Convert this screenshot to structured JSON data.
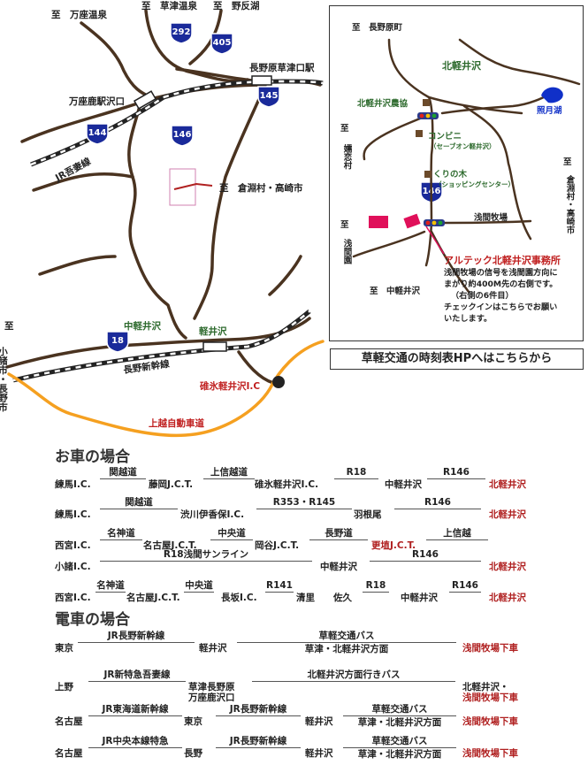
{
  "map": {
    "place_labels": {
      "manza_onsen": "至　万座温泉",
      "kusatsu_onsen": "至　草津温泉",
      "nozori_ko": "至　野反湖",
      "naganohara": "長野原草津口駅",
      "manzakazawaguchi": "万座鹿駅沢口",
      "jr_agatsuma": "JR吾妻線",
      "kurabuchi": "至　倉淵村・高崎市",
      "nakakaruizawa": "中軽井沢",
      "karuizawa": "軽井沢",
      "nagano_shinkansen": "長野新幹線",
      "usui_ic": "碓氷軽井沢I.C",
      "joshinetsu": "上越自動車道",
      "komoro": "小諸市・長野市",
      "komoro_prefix": "至"
    },
    "route_shields": [
      "292",
      "405",
      "145",
      "144",
      "146",
      "18"
    ],
    "inset": {
      "naganohara_town": "至　長野原町",
      "kitakaruizawa": "北軽井沢",
      "terutsukiko": "照月湖",
      "nokyo": "北軽井沢農協",
      "conveni": "コンビニ",
      "conveni_sub": "（セーブオン軽井沢）",
      "kurinoki": "くりの木",
      "kurinoki_sub": "（ショッピングセンター）",
      "tsumagoi": "嬬恋村",
      "tsumagoi_prefix": "至",
      "kurabuchi": "倉淵村・高崎市",
      "kurabuchi_prefix": "至",
      "shield_146": "146",
      "asama_farm": "浅間牧場",
      "asama_en": "浅間園",
      "asama_en_prefix": "至",
      "office": "アルテック北軽井沢事務所",
      "nakakaruizawa": "至　中軽井沢",
      "note_lines": [
        "浅間牧場の信号を浅間園方向に",
        "まがり約400M先の右側です。",
        "（右側の6件目）",
        "チェックインはこちらでお願い",
        "いたします。"
      ]
    }
  },
  "timetable_link": "草軽交通の時刻表HPへはこちらから",
  "car": {
    "title": "お車の場合",
    "routes": [
      {
        "nodes": [
          "練馬I.C.",
          "藤岡J.C.T.",
          "碓氷軽井沢I.C.",
          "中軽井沢",
          "北軽井沢"
        ],
        "segs": [
          "関越道",
          "上信越道",
          "R18",
          "R146"
        ]
      },
      {
        "nodes": [
          "練馬I.C.",
          "渋川伊香保I.C.",
          "羽根尾",
          "北軽井沢"
        ],
        "segs": [
          "関越道",
          "R353・R145",
          "R146"
        ]
      },
      {
        "nodes": [
          "西宮I.C.",
          "名古屋J.C.T.",
          "岡谷J.C.T.",
          "更埴J.C.T."
        ],
        "segs": [
          "名神道",
          "中央道",
          "長野道",
          "上信越"
        ]
      },
      {
        "nodes": [
          "小諸I.C.",
          "中軽井沢",
          "北軽井沢"
        ],
        "segs": [
          "R18浅間サンライン",
          "R146"
        ]
      },
      {
        "nodes": [
          "西宮I.C.",
          "名古屋J.C.T.",
          "長坂I.C.",
          "清里",
          "佐久",
          "中軽井沢",
          "北軽井沢"
        ],
        "segs": [
          "名神道",
          "中央道",
          "R141",
          "R18",
          "R146"
        ]
      }
    ]
  },
  "train": {
    "title": "電車の場合",
    "routes": [
      {
        "nodes": [
          "東京",
          "軽井沢",
          "浅間牧場下車"
        ],
        "segs": [
          "JR長野新幹線",
          "草軽交通バス"
        ],
        "sub": "草津・北軽井沢方面"
      },
      {
        "nodes": [
          "上野",
          "草津長野原",
          "万座鹿沢口",
          "北軽井沢・",
          "浅間牧場下車"
        ],
        "segs": [
          "JR新特急吾妻線",
          "北軽井沢方面行きバス"
        ]
      },
      {
        "nodes": [
          "名古屋",
          "東京",
          "軽井沢",
          "浅間牧場下車"
        ],
        "segs": [
          "JR東海道新幹線",
          "JR長野新幹線",
          "草軽交通バス"
        ],
        "sub": "草津・北軽井沢方面"
      },
      {
        "nodes": [
          "名古屋",
          "長野",
          "軽井沢",
          "浅間牧場下車"
        ],
        "segs": [
          "JR中央本線特急",
          "JR長野新幹線",
          "草軽交通バス"
        ],
        "sub": "草津・北軽井沢方面"
      }
    ]
  }
}
